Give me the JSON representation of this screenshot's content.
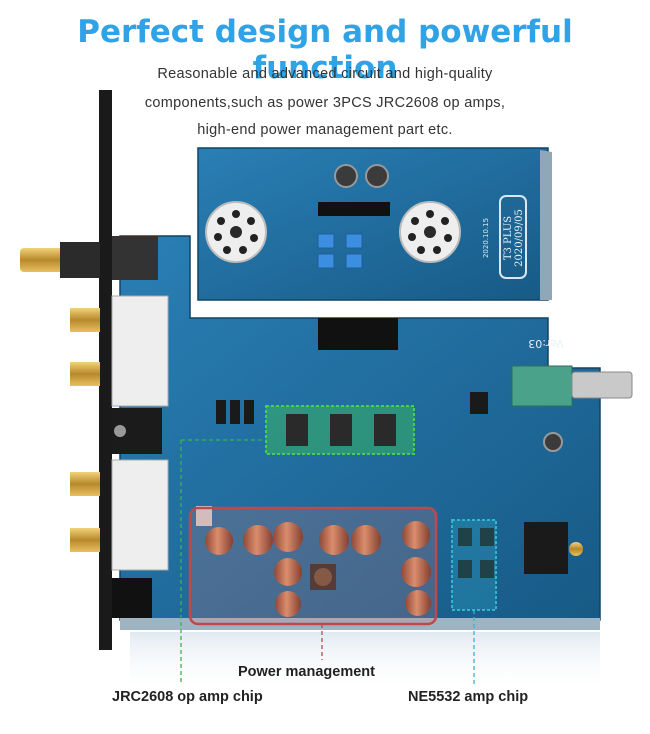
{
  "header": {
    "title": "Perfect design and powerful function",
    "subtitle_lines": [
      "Reasonable and advanced circuit and high-quality",
      "components,such as power 3PCS JRC2608 op amps,",
      "high-end power management part etc."
    ]
  },
  "board_labels": {
    "plus_box_line1": "T3 PLUS",
    "plus_box_line2": "2020/09/05",
    "board_date": "2020.10.15",
    "version": "Ver:03"
  },
  "callouts": {
    "power": "Power management",
    "jrc": "JRC2608 op amp chip",
    "ne": "NE5532 amp chip"
  },
  "colors": {
    "title": "#2fa3e6",
    "pcb": "#1f6c9d",
    "power_highlight": "#c0484b",
    "jrc_highlight": "#33c533",
    "ne_highlight": "#2fb7d0"
  }
}
